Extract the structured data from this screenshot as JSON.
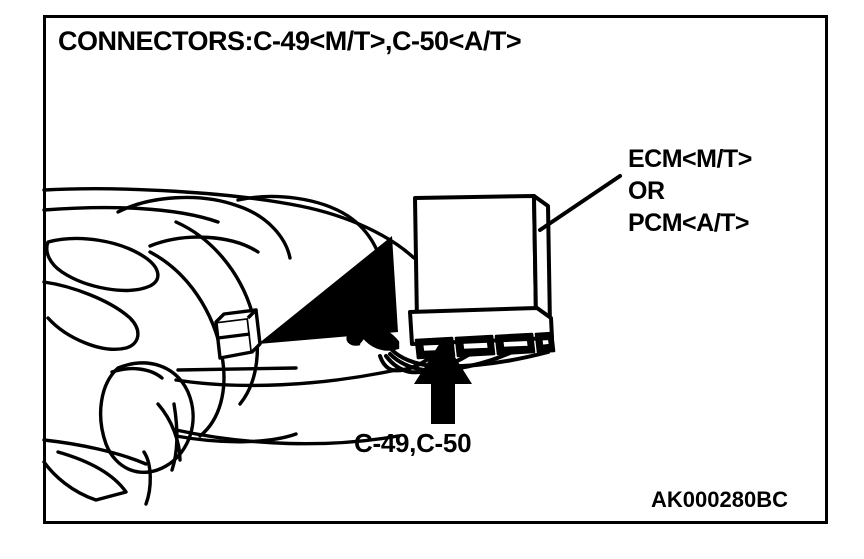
{
  "figure": {
    "title": "CONNECTORS:C-49<M/T>,C-50<A/T>",
    "code": "AK000280BC",
    "border_color": "#000000",
    "background_color": "#ffffff",
    "line_color": "#000000"
  },
  "callouts": {
    "ecm_label_line1": "ECM<M/T>",
    "ecm_label_line2": "OR",
    "ecm_label_line3": "PCM<A/T>",
    "connector_label": "C-49,C-50"
  },
  "diagram": {
    "type": "automotive-line-drawing",
    "subject": "vehicle interior dashboard with ECM/PCM module location",
    "parts": [
      "steering-wheel",
      "instrument-panel",
      "dashboard-contour",
      "ecm-module-box",
      "ecm-connector-tabs",
      "wiring-harness",
      "pointer-wedge",
      "location-box",
      "up-arrow",
      "leader-line"
    ]
  }
}
